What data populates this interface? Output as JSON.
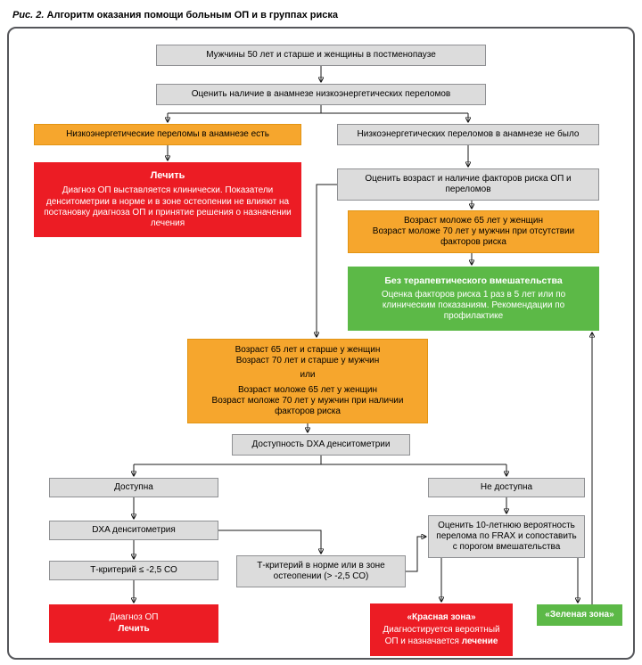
{
  "figure_title": {
    "label": "Рис. 2.",
    "text": "Алгоритм оказания помощи больным ОП и в группах риска"
  },
  "colors": {
    "gray_node": "#dcdcdc",
    "orange_node": "#f6a62d",
    "red_node": "#ec1c24",
    "green_node": "#5cb947",
    "frame_border": "#55565a",
    "arrow": "#1a1a1a"
  },
  "nodes": {
    "population": "Мужчины 50 лет и старше и женщины в постменопаузе",
    "assess_history": "Оценить наличие в анамнезе низкоэнергетических переломов",
    "fractures_present": "Низкоэнергетические переломы в анамнезе есть",
    "fractures_absent": "Низкоэнергетических переломов в анамнезе не было",
    "treat": {
      "title": "Лечить",
      "body": "Диагноз ОП выставляется клинически. Показатели денситометрии в норме и в зоне остеопении не влияют на постановку диагноза ОП и принятие решения о назначении лечения"
    },
    "assess_age_risk": "Оценить возраст и наличие факторов риска ОП и переломов",
    "younger_no_risk": {
      "line1": "Возраст моложе 65 лет у женщин",
      "line2": "Возраст моложе 70 лет у мужчин при отсутствии факторов риска"
    },
    "no_intervention": {
      "title": "Без терапевтического вмешательства",
      "body": "Оценка факторов риска 1 раз в 5 лет или по клиническим показаниям. Рекомендации по профилактике"
    },
    "age_criteria": {
      "line1": "Возраст 65 лет и старше у женщин",
      "line2": "Возраст 70 лет и старше у мужчин",
      "separator": "или",
      "line3": "Возраст моложе 65 лет у женщин",
      "line4": "Возраст моложе 70 лет у мужчин при наличии факторов риска"
    },
    "dxa_availability": "Доступность DXA денситометрии",
    "dxa_available": "Доступна",
    "dxa_not_available": "Не доступна",
    "dxa_scan": "DXA денситометрия",
    "t_score_low": "Т-критерий ≤ -2,5 СО",
    "t_score_normal": "Т-критерий в норме или в зоне остеопении (> -2,5 СО)",
    "frax": "Оценить 10-летнюю вероятность перелома по FRAX и сопоставить с порогом вмешательства",
    "op_diagnosis": {
      "line1": "Диагноз ОП",
      "line2": "Лечить"
    },
    "red_zone": {
      "title": "«Красная зона»",
      "body": "Диагностируется вероятный ОП и назначается",
      "body_bold": "лечение"
    },
    "green_zone": "«Зеленая зона»"
  }
}
